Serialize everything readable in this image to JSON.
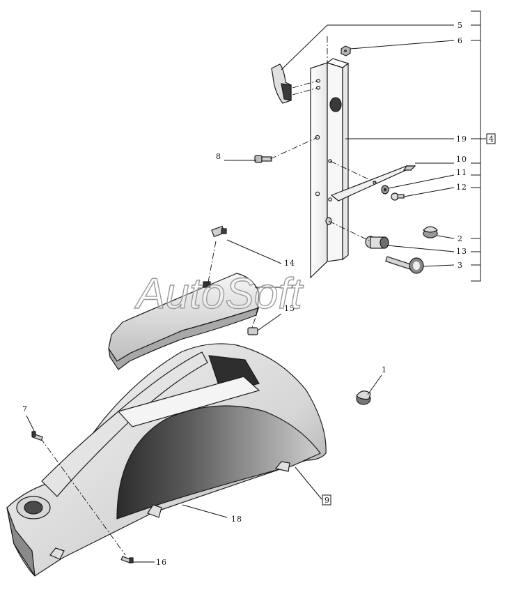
{
  "watermark": "AutoSoft",
  "labels": {
    "l1": "1",
    "l2": "2",
    "l3": "3",
    "l4": "4",
    "l5": "5",
    "l6": "6",
    "l7": "7",
    "l8": "8",
    "l9": "9",
    "l10": "10",
    "l11": "11",
    "l12": "12",
    "l13": "13",
    "l14": "14",
    "l15": "15",
    "l16": "16",
    "l18": "18",
    "l19": "19"
  },
  "colors": {
    "line": "#111111",
    "part_light": "#f2f2f2",
    "part_mid": "#bdbdbd",
    "part_dark": "#3a3a3a"
  }
}
